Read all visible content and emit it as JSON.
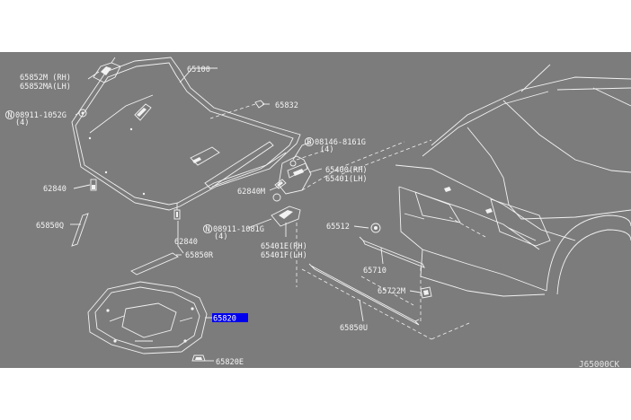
{
  "diagram": {
    "background": "#7c7c7c",
    "line_color": "#f2f2f2",
    "highlight_color": "#0000ee",
    "drawing_code": "J65000CK",
    "callouts": {
      "c65852M": "65852M (RH)",
      "c65852MA": "65852MA(LH)",
      "c65100": "65100",
      "c65832": "65832",
      "c08911a": "08911-1052G",
      "c08911a_qty": "(4)",
      "c08146": "08146-8161G",
      "c08146_qty": "(4)",
      "c65400": "65400(RH)",
      "c65401": "65401(LH)",
      "c62840a": "62840",
      "c62840M": "62840M",
      "c65850Q": "65850Q",
      "c08911b": "08911-1081G",
      "c08911b_qty": "(4)",
      "c62840b": "62840",
      "c65850R": "65850R",
      "c65401E": "65401E(RH)",
      "c65401F": "65401F(LH)",
      "c65512": "65512",
      "c65710": "65710",
      "c65722M": "65722M",
      "c65850U": "65850U",
      "c65820": "65820",
      "c65820E": "65820E"
    },
    "markers": {
      "n": "N",
      "b": "B"
    }
  }
}
